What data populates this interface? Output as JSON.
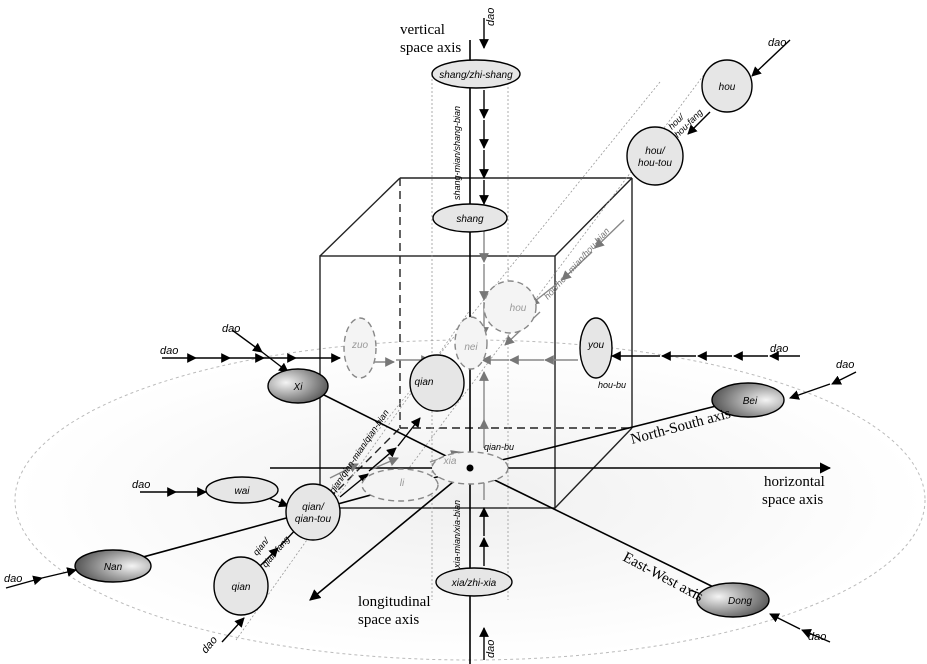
{
  "axes": {
    "vertical_line1": "vertical",
    "vertical_line2": "space axis",
    "horizontal_line1": "horizontal",
    "horizontal_line2": "space axis",
    "longitudinal_line1": "longitudinal",
    "longitudinal_line2": "space axis",
    "north_south": "North-South axis",
    "east_west": "East-West axis"
  },
  "nodes": {
    "shang_zhi_shang": "shang/zhi-shang",
    "shang": "shang",
    "xia_zhi_xia": "xia/zhi-xia",
    "xia": "xia",
    "hou_top": "hou",
    "hou_hou_tou_1": "hou/",
    "hou_hou_tou_2": "hou-tou",
    "hou_inner": "hou",
    "you": "you",
    "zuo": "zuo",
    "nei": "nei",
    "qian_inner": "qian",
    "li": "li",
    "wai": "wai",
    "qian_qian_tou_1": "qian/",
    "qian_qian_tou_2": "qian-tou",
    "qian_bottom": "qian",
    "xi": "Xi",
    "bei": "Bei",
    "nan": "Nan",
    "dong": "Dong"
  },
  "path_labels": {
    "shang_mian": "shang-mian/shang-bian",
    "hou_fang_1": "hou/",
    "hou_fang_2": "hou-fang",
    "hou_mian": "hou/hou-mian/hou-bian",
    "hou_bu": "hou-bu",
    "qian_bu": "qian-bu",
    "qian_mian": "qian/qian-mian/qian-bian",
    "qian_fang_1": "qian/",
    "qian_fang_2": "qian-fang",
    "xia_mian": "xia-mian/xia-bian"
  },
  "dao": {
    "top": "dao",
    "top_right": "dao",
    "left_upper": "dao",
    "left_upper2": "dao",
    "right_mid": "dao",
    "right_far": "dao",
    "left_mid": "dao",
    "left_low": "dao",
    "bottom_left": "dao",
    "bottom": "dao",
    "bottom_right": "dao"
  }
}
